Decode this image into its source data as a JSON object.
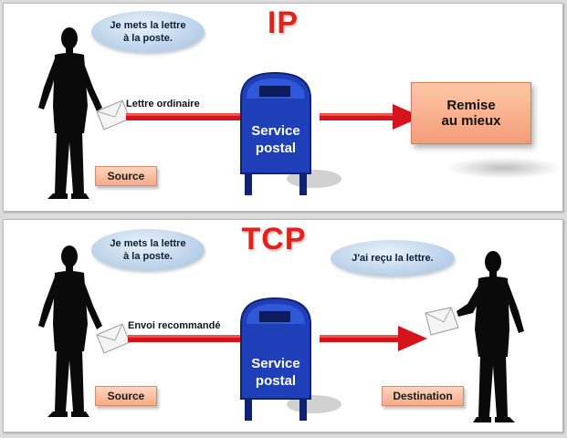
{
  "ip": {
    "title": "IP",
    "bubble_sender": "Je mets la lettre\nà la poste.",
    "route_label": "Lettre ordinaire",
    "mailbox_label": "Service\npostal",
    "result": "Remise\nau mieux",
    "source_label": "Source"
  },
  "tcp": {
    "title": "TCP",
    "bubble_sender": "Je mets la lettre\nà la poste.",
    "bubble_receiver": "J'ai reçu la lettre.",
    "route_label": "Envoi recommandé",
    "mailbox_label": "Service\npostal",
    "source_label": "Source",
    "destination_label": "Destination"
  },
  "colors": {
    "title": "#e2221a",
    "arrow": "#d4141a",
    "mailbox": "#1e3fb8",
    "bubble": "#b7cfe8",
    "label_box": "#f5a98a"
  },
  "icons": [
    "person-silhouette-icon",
    "letter-envelope-icon",
    "mailbox-icon",
    "arrow-right-icon"
  ]
}
